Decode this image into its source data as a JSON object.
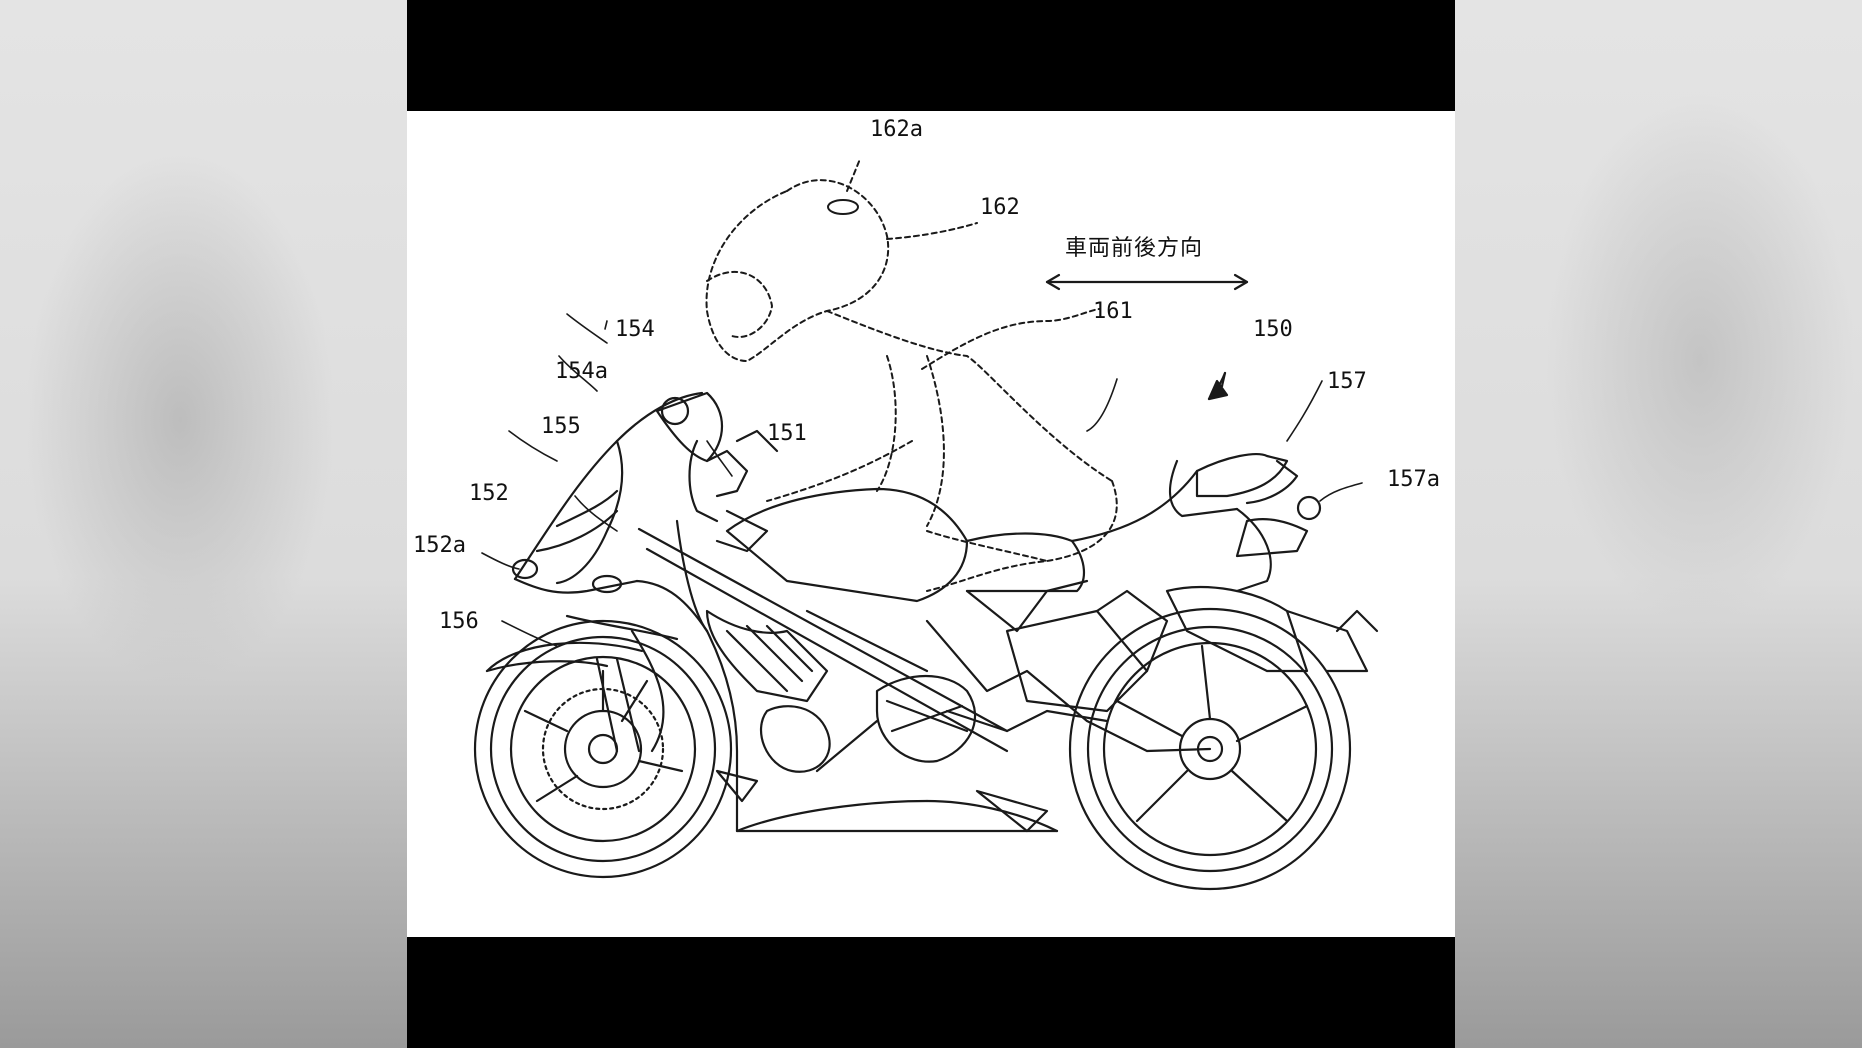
{
  "figure": {
    "direction_label": "車両前後方向",
    "labels": {
      "l162a": "162a",
      "l162": "162",
      "l161": "161",
      "l150": "150",
      "l154": "154",
      "l154a": "154a",
      "l155": "155",
      "l151": "151",
      "l157": "157",
      "l157a": "157a",
      "l152": "152",
      "l152a": "152a",
      "l156": "156"
    }
  }
}
